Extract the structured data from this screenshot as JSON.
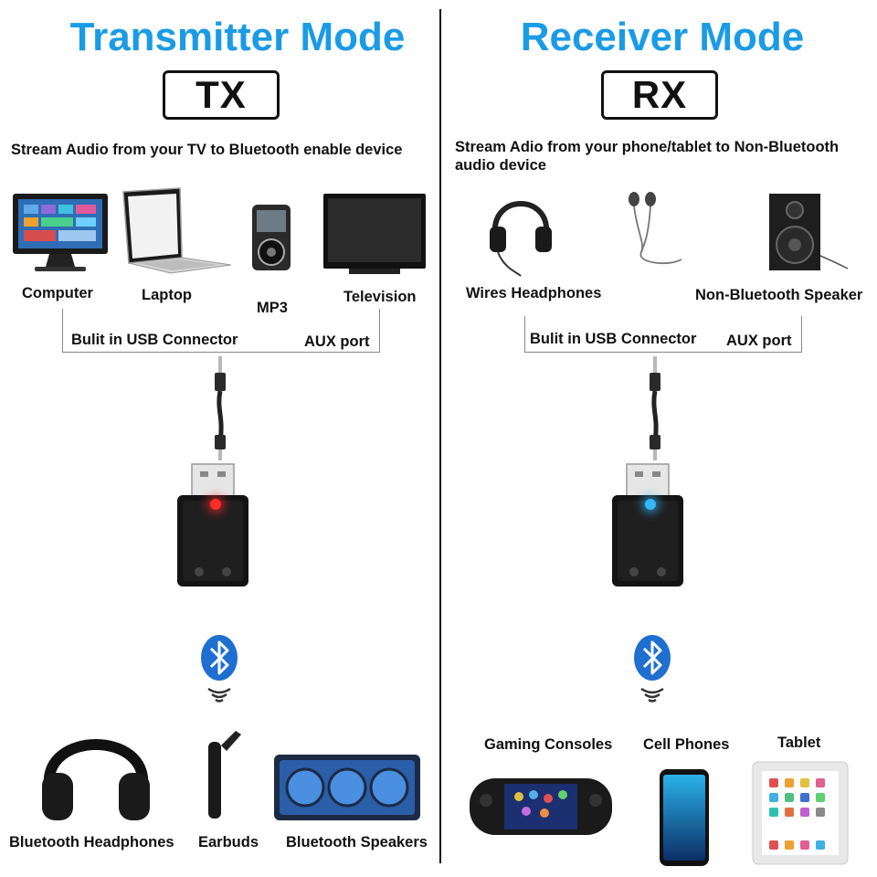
{
  "transmitter": {
    "title": "Transmitter Mode",
    "mode": "TX",
    "description": "Stream Audio from your TV to Bluetooth enable device",
    "devices": [
      "Computer",
      "Laptop",
      "MP3",
      "Television"
    ],
    "connector_label": "Bulit in USB Connector",
    "aux_label": "AUX port",
    "led_color": "#ff2a2a",
    "outputs": [
      "Bluetooth Headphones",
      "Earbuds",
      "Bluetooth Speakers"
    ]
  },
  "receiver": {
    "title": "Receiver Mode",
    "mode": "RX",
    "description": "Stream Adio from your phone/tablet to Non-Bluetooth audio device",
    "devices": [
      "Wires Headphones",
      "Non-Bluetooth Speaker"
    ],
    "connector_label": "Bulit in USB Connector",
    "aux_label": "AUX port",
    "led_color": "#33b8ff",
    "sources": [
      "Gaming Consoles",
      "Cell Phones",
      "Tablet"
    ]
  },
  "colors": {
    "title": "#1a9be6",
    "bluetooth": "#1f6fd1",
    "text": "#111111"
  },
  "icons": [
    "bluetooth-icon",
    "signal-waves-icon"
  ]
}
